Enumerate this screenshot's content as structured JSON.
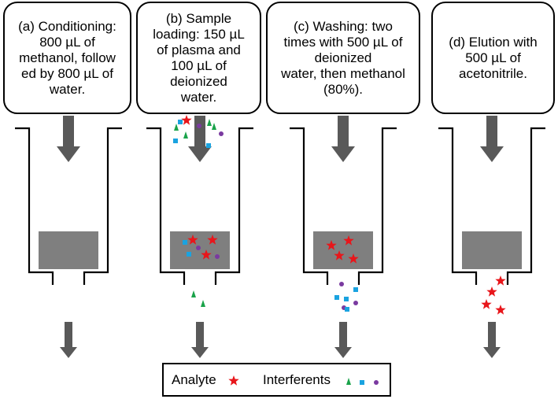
{
  "steps": [
    {
      "id": "a",
      "text": "(a) Conditioning:\n800 µL of\nmethanol, follow\ned by 800 µL of\nwater."
    },
    {
      "id": "b",
      "text": "(b) Sample\nloading: 150 µL\nof plasma and\n100 µL of\ndeionized\nwater."
    },
    {
      "id": "c",
      "text": "(c) Washing: two\ntimes with 500 µL of\ndeionized\nwater, then methanol\n(80%)."
    },
    {
      "id": "d",
      "text": "(d) Elution with\n500 µL of\nacetonitrile."
    }
  ],
  "legend": {
    "analyte_label": "Analyte",
    "interferents_label": "Interferents"
  },
  "colors": {
    "analyte": "#e8161b",
    "interferent_triangle": "#1aa34a",
    "interferent_square": "#1aa3e0",
    "interferent_circle": "#7a3aa0",
    "sorbent": "#7f7f7f",
    "arrow": "#595959"
  }
}
